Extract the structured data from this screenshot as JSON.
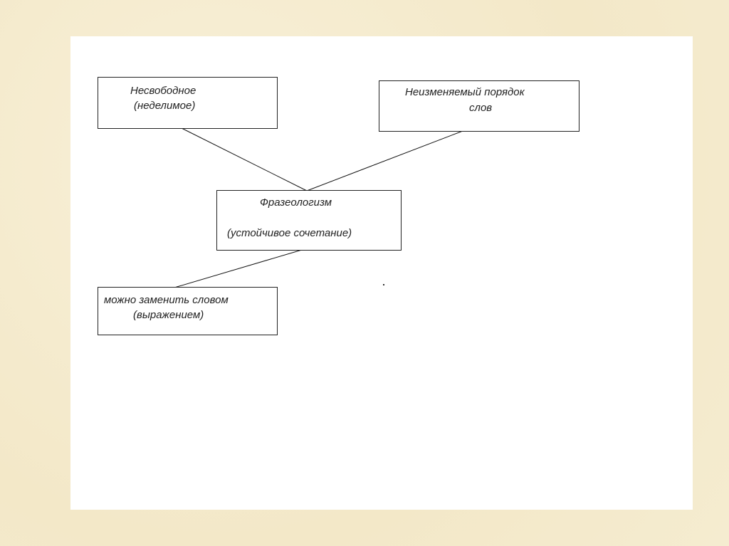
{
  "nodes": {
    "unfree": {
      "line1": "Несвободное",
      "line2": "(неделимое)"
    },
    "order": {
      "line1": "Неизменяемый порядок",
      "line2": "слов"
    },
    "center": {
      "line1": "Фразеологизм",
      "line2": "(устойчивое сочетание)"
    },
    "replace": {
      "line1": "можно заменить словом",
      "line2": "(выражением)"
    }
  }
}
